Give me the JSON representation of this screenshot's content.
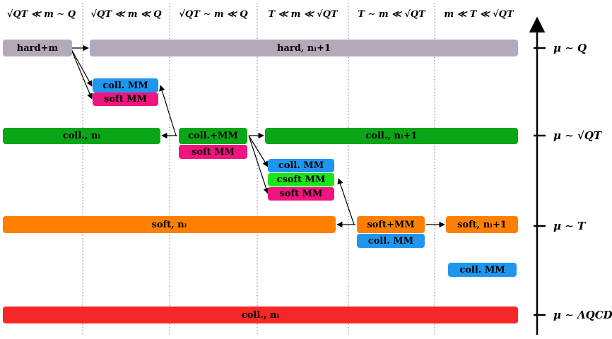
{
  "colors": {
    "hard": "#b2aab8",
    "collinear": "#0aa617",
    "soft": "#ff8000",
    "mm_blue": "#1e96f0",
    "mm_magenta": "#f0147f",
    "csoft": "#17e617",
    "lambda": "#f52727",
    "axis": "#000000",
    "divider": "#777777"
  },
  "headers": [
    "√QT ≪ m ∼ Q",
    "√QT ≪ m ≪ Q",
    "√QT ∼ m ≪ Q",
    "T ≪ m ≪ √QT",
    "T ∼ m ≪ √QT",
    "m ≪ T ≪ √QT"
  ],
  "boxes": {
    "hard_m": "hard+m",
    "hard_nl1": "hard, nₗ+1",
    "coll_mm_1": "coll. MM",
    "soft_mm_1": "soft MM",
    "coll_nl_left": "coll., nₗ",
    "coll_plus_mm": "coll.+MM",
    "coll_nl1": "coll., nₗ+1",
    "soft_mm_2": "soft MM",
    "coll_mm_2": "coll. MM",
    "csoft_mm": "csoft MM",
    "soft_mm_3": "soft MM",
    "soft_nl": "soft, nₗ",
    "soft_plus_mm": "soft+MM",
    "soft_nl1": "soft, nₗ+1",
    "coll_mm_3": "coll. MM",
    "coll_mm_4": "coll. MM",
    "coll_nl_qcd": "coll., nₗ"
  },
  "scales": [
    "μ ∼ Q",
    "μ ∼ √QT",
    "μ ∼ T",
    "μ ∼ ΛQCD"
  ]
}
